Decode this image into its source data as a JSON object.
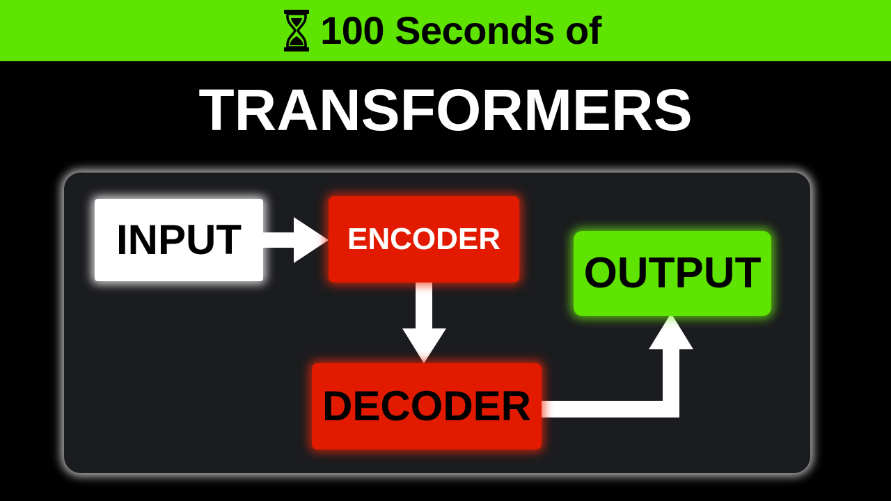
{
  "banner": {
    "icon": "hourglass-icon",
    "text": "100 Seconds of",
    "background_color": "#5fe300"
  },
  "title": "TRANSFORMERS",
  "diagram": {
    "nodes": [
      {
        "id": "input",
        "label": "INPUT",
        "color": "#ffffff"
      },
      {
        "id": "encoder",
        "label": "ENCODER",
        "color": "#e21b00"
      },
      {
        "id": "decoder",
        "label": "DECODER",
        "color": "#e21b00"
      },
      {
        "id": "output",
        "label": "OUTPUT",
        "color": "#5fe300"
      }
    ],
    "edges": [
      {
        "from": "input",
        "to": "encoder"
      },
      {
        "from": "encoder",
        "to": "decoder"
      },
      {
        "from": "decoder",
        "to": "output"
      }
    ]
  }
}
